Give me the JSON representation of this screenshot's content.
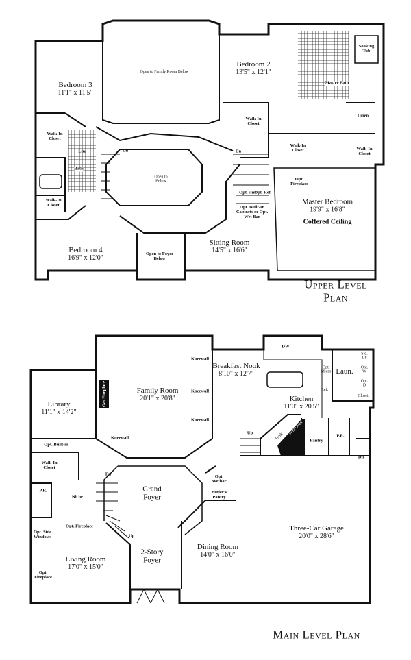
{
  "upper": {
    "title_line1": "Upper Level",
    "title_line2": "Plan",
    "rooms": {
      "bedroom3": {
        "name": "Bedroom 3",
        "dim": "11'1\" x 11'5\""
      },
      "bedroom2": {
        "name": "Bedroom 2",
        "dim": "13'5\" x 12'1\""
      },
      "bedroom4": {
        "name": "Bedroom 4",
        "dim": "16'9\" x 12'0\""
      },
      "master": {
        "name": "Master Bedroom",
        "dim": "19'9\" x 16'8\"",
        "note": "Coffered Ceiling"
      },
      "sitting": {
        "name": "Sitting Room",
        "dim": "14'5\" x 16'6\""
      }
    },
    "labels": {
      "open_family": "Open to Family Room Below",
      "open_below": "Open to Below",
      "open_foyer": "Open to Foyer Below",
      "soaking_tub": "Soaking Tub",
      "master_bath": "Master Bath",
      "bath": "Bath",
      "linen": "Linen",
      "lin": "Lin.",
      "walkin": "Walk-In Closet",
      "dn": "Dn",
      "opt_fireplace": "Opt. Fireplace",
      "opt_sink": "Opt. sink",
      "opt_ref": "Opt. Ref",
      "opt_cabinets": "Opt. Built-In Cabinets or Opt. Wet Bar"
    }
  },
  "main": {
    "title": "Main Level Plan",
    "rooms": {
      "family": {
        "name": "Family Room",
        "dim": "20'1\" x 20'8\""
      },
      "nook": {
        "name": "Breakfast Nook",
        "dim": "8'10\" x 12'7\""
      },
      "kitchen": {
        "name": "Kitchen",
        "dim": "11'0\" x 20'5\""
      },
      "library": {
        "name": "Library",
        "dim": "11'1\" x 14'2\""
      },
      "living": {
        "name": "Living Room",
        "dim": "17'0\" x 15'0\""
      },
      "dining": {
        "name": "Dining Room",
        "dim": "14'0\" x 16'0\""
      },
      "garage": {
        "name": "Three-Car Garage",
        "dim": "20'0\" x 28'6\""
      },
      "grand_foyer": {
        "name": "Grand Foyer"
      },
      "story_foyer": {
        "name": "2-Story Foyer"
      }
    },
    "labels": {
      "kneewall": "Kneewall",
      "gas_fireplace": "Gas Fireplace",
      "dw": "DW",
      "opt_micro": "Opt. Micro",
      "ref": "Ref.",
      "laun": "Laun.",
      "std_lt": "Std. LT",
      "opt_w": "Opt. W",
      "opt_d": "Opt. D",
      "closet": "Closet",
      "desk": "Desk",
      "wall_oven": "Wall Oven",
      "pantry": "Pantry",
      "pr": "P.R.",
      "dn": "Dn",
      "up": "Up",
      "opt_builtin": "Opt. Built-in",
      "walkin": "Walk-In Closet",
      "niche": "Niche",
      "opt_fireplace": "Opt. Fireplace",
      "opt_side_windows": "Opt. Side Windows",
      "opt_wetbar": "Opt. Wetbar",
      "butlers_pantry": "Butler's Pantry"
    }
  }
}
